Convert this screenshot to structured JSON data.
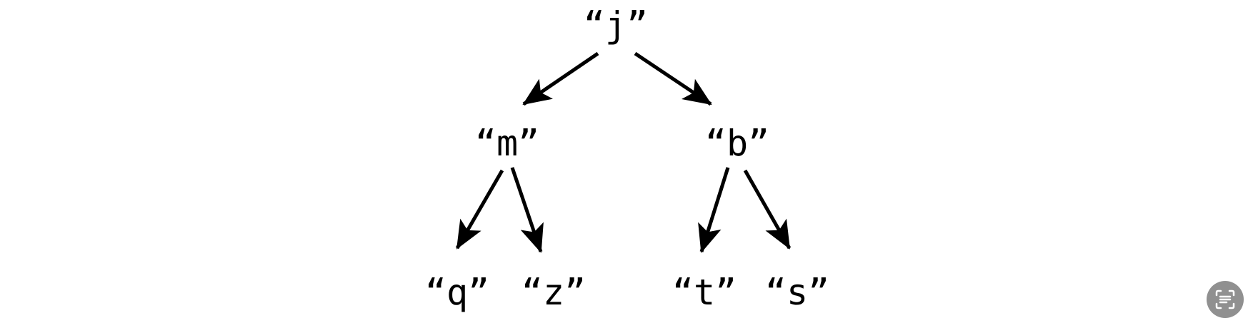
{
  "tree": {
    "nodes": [
      {
        "id": "root",
        "label": "“j”"
      },
      {
        "id": "left",
        "label": "“m”"
      },
      {
        "id": "right",
        "label": "“b”"
      },
      {
        "id": "left-left",
        "label": "“q”"
      },
      {
        "id": "left-right",
        "label": "“z”"
      },
      {
        "id": "right-left",
        "label": "“t”"
      },
      {
        "id": "right-right",
        "label": "“s”"
      }
    ],
    "edges": [
      {
        "from": "root",
        "to": "left"
      },
      {
        "from": "root",
        "to": "right"
      },
      {
        "from": "left",
        "to": "left-left"
      },
      {
        "from": "left",
        "to": "left-right"
      },
      {
        "from": "right",
        "to": "right-left"
      },
      {
        "from": "right",
        "to": "right-right"
      }
    ]
  },
  "colors": {
    "ink": "#000000",
    "fab_background": "#909090",
    "fab_icon": "#ffffff"
  },
  "fab": {
    "icon": "text-scan-icon"
  }
}
